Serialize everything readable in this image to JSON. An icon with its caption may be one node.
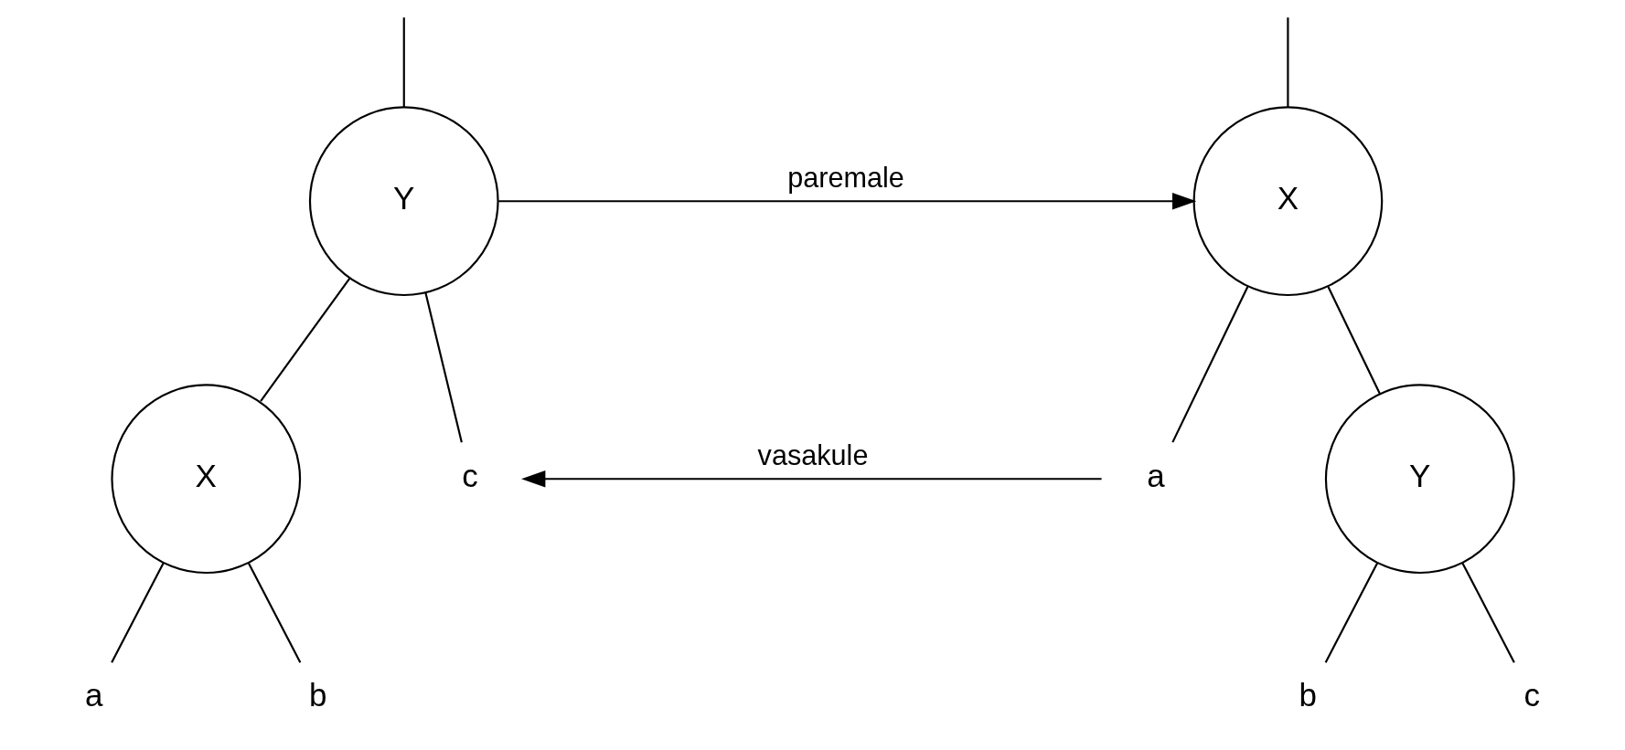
{
  "diagram": {
    "nodes": [
      {
        "text": [
          "Y"
        ]
      },
      {
        "text": [
          "X"
        ]
      },
      {
        "text": [
          "c"
        ]
      },
      {
        "text": [
          "a"
        ]
      },
      {
        "text": [
          "b"
        ]
      },
      {
        "text": [
          "X"
        ]
      },
      {
        "text": [
          "a"
        ]
      },
      {
        "text": [
          "Y"
        ]
      },
      {
        "text": [
          "b"
        ]
      },
      {
        "text": [
          "c"
        ]
      }
    ],
    "edges": [
      {
        "from": null,
        "to": 0,
        "arrow": "none"
      },
      {
        "from": 0,
        "to": 1,
        "arrow": "none"
      },
      {
        "from": 0,
        "to": 2,
        "arrow": "none"
      },
      {
        "from": 1,
        "to": 3,
        "arrow": "none"
      },
      {
        "from": 1,
        "to": 4,
        "arrow": "none"
      },
      {
        "from": null,
        "to": 5,
        "arrow": "none"
      },
      {
        "from": 5,
        "to": 6,
        "arrow": "none"
      },
      {
        "from": 5,
        "to": 7,
        "arrow": "none"
      },
      {
        "from": 7,
        "to": 8,
        "arrow": "none"
      },
      {
        "from": 7,
        "to": 9,
        "arrow": "none"
      },
      {
        "from": 0,
        "to": 5,
        "arrow": "to",
        "label": "paremale"
      },
      {
        "from": 6,
        "to": 2,
        "arrow": "to",
        "label": "vasakule"
      }
    ]
  }
}
